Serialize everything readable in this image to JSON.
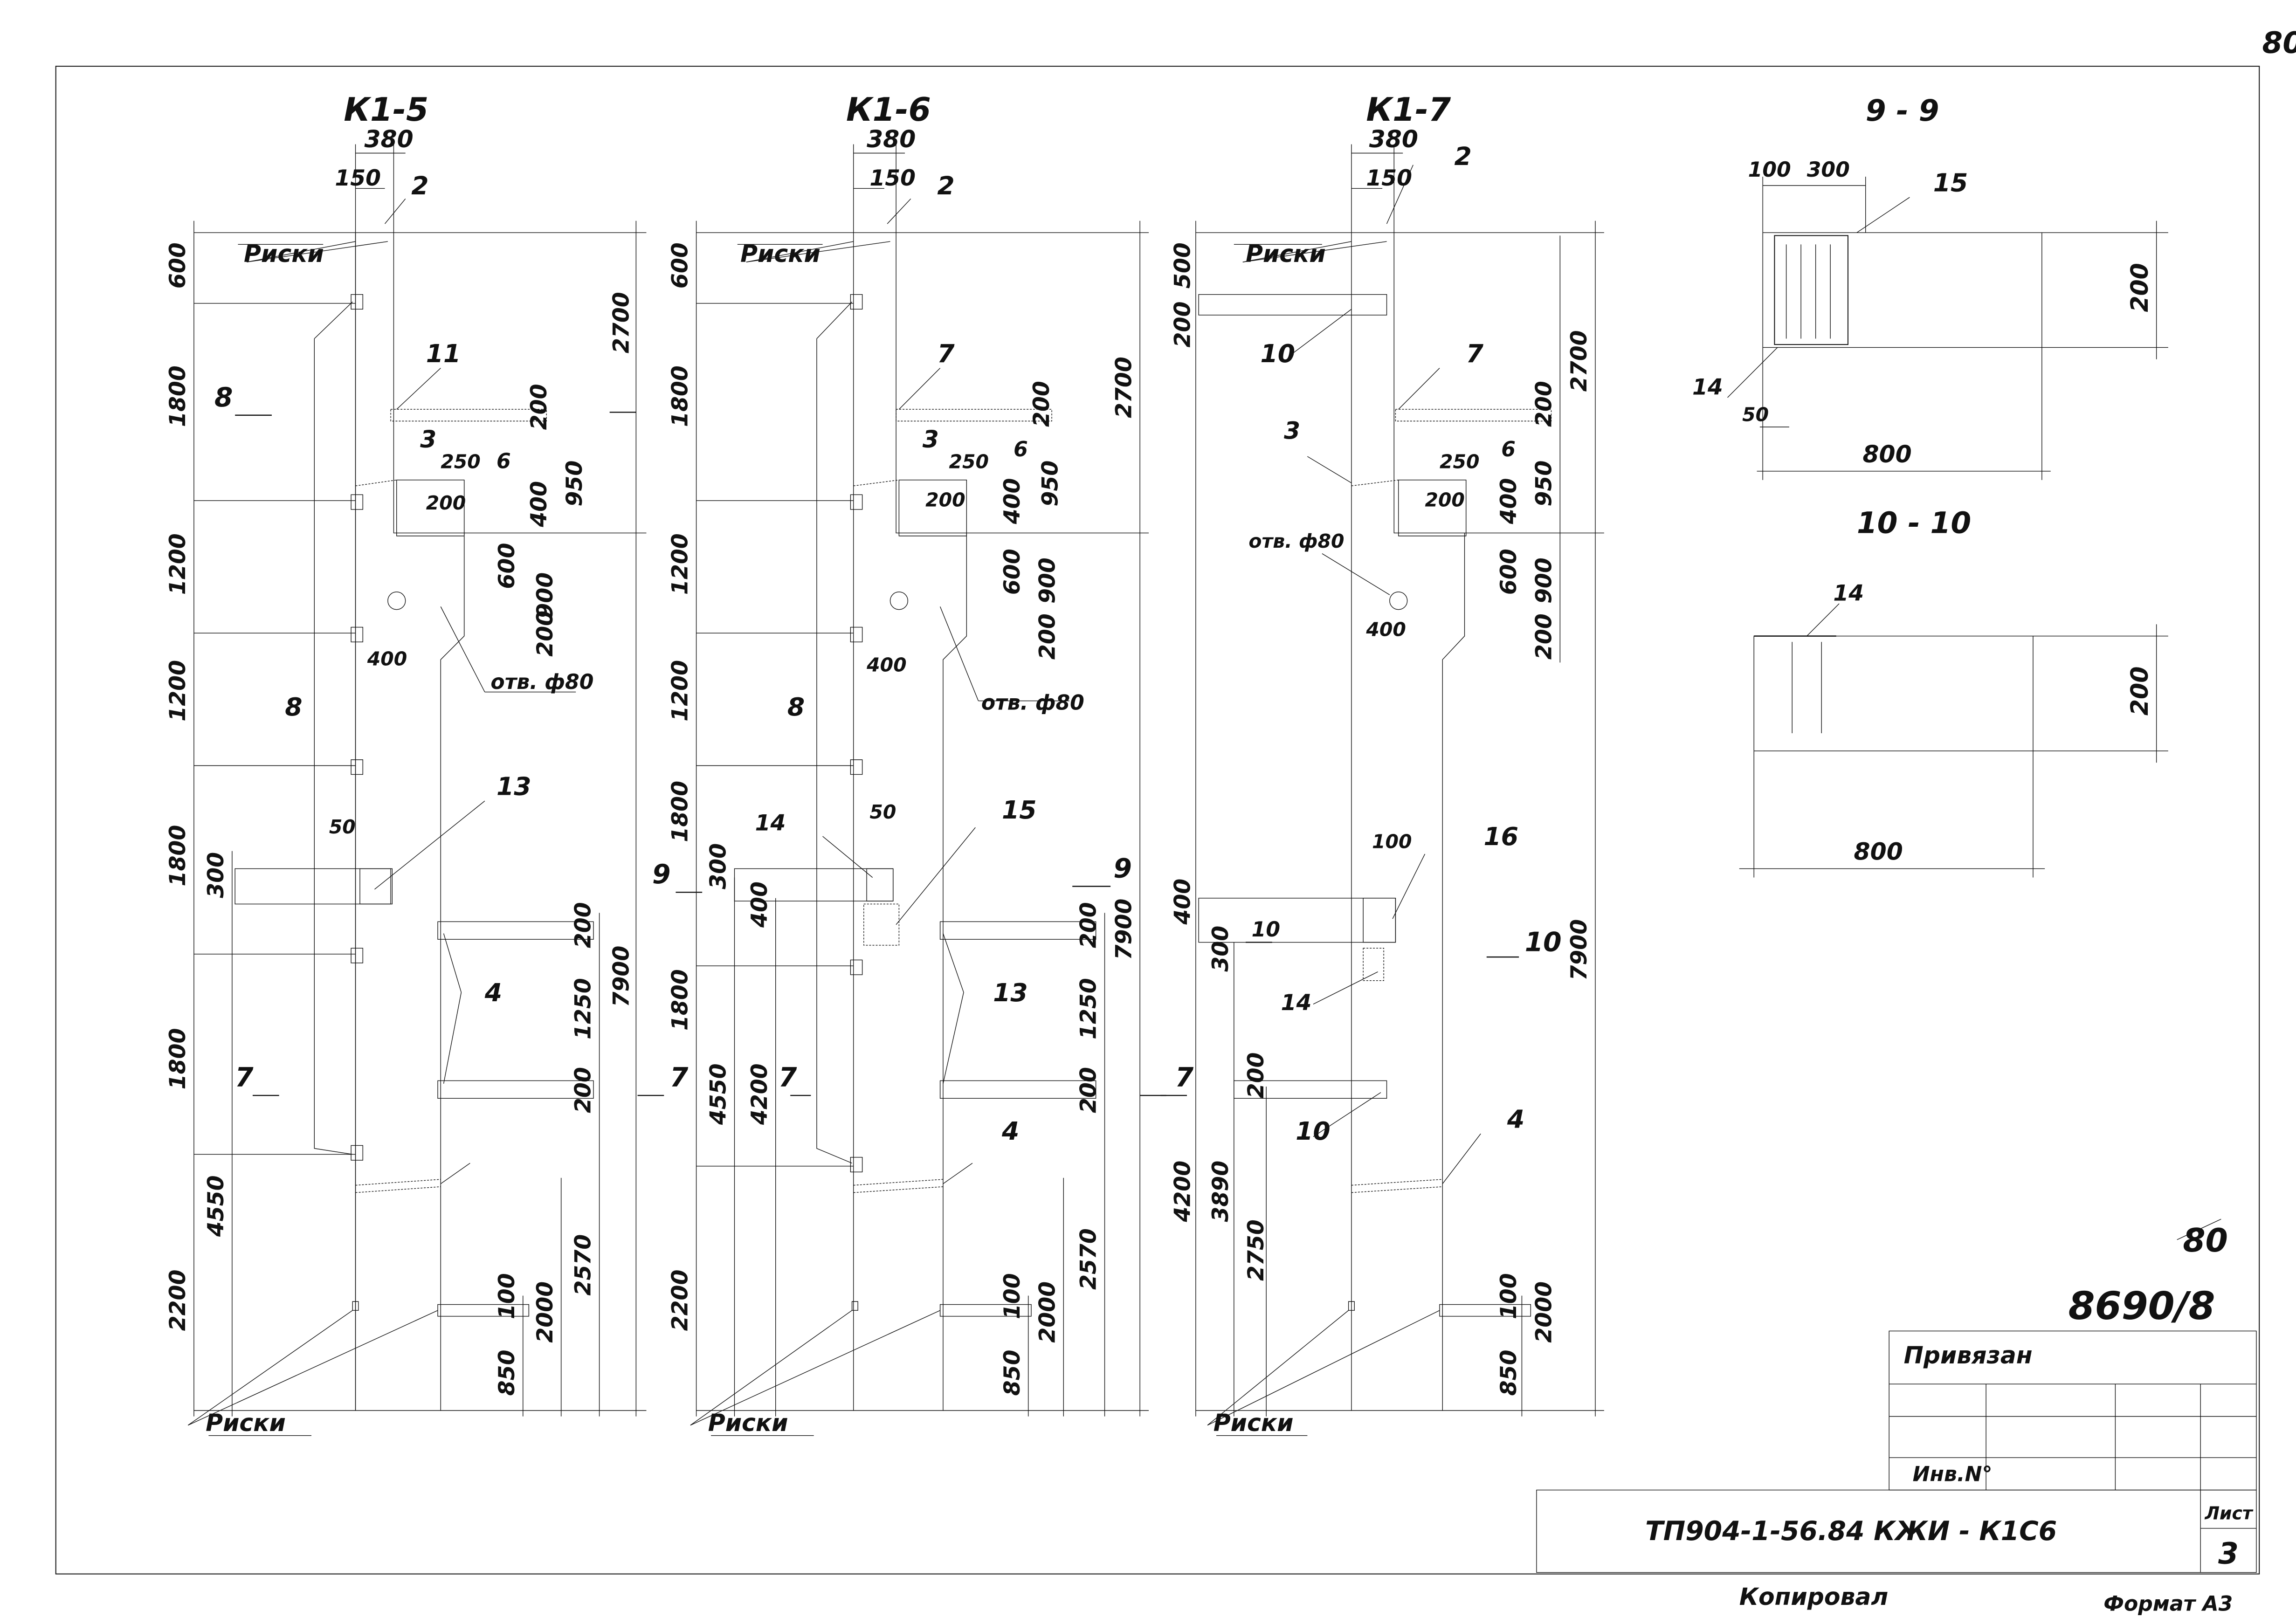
{
  "sheet": {
    "page_number_top": "80",
    "page_number_small": "80",
    "archive_number": "8690/8",
    "copied_label": "Копировал",
    "format_label": "Формат А3"
  },
  "title_block": {
    "bound_label": "Привязан",
    "inv_label": "Инв.N°",
    "designation": "ТП904-1-56.84 КЖИ - К1С6",
    "sheet_label": "Лист",
    "sheet_number": "3"
  },
  "columns": {
    "k15": {
      "title": "К1-5",
      "width_dim": "380",
      "offset_dim": "150",
      "callout_2": "2",
      "marks_label": "Риски",
      "marks_label_bottom": "Риски",
      "hole_label": "отв. ф80",
      "left_dims": [
        "600",
        "1800",
        "1200",
        "1200",
        "1800",
        "1800",
        "2200"
      ],
      "dim_4550": "4550",
      "right_dim_2700": "2700",
      "right_dim_7900": "7900",
      "niche_dims": [
        "200",
        "950",
        "400",
        "600",
        "900",
        "200"
      ],
      "top_dims": [
        "250",
        "200"
      ],
      "dim_400": "400",
      "dim_50": "50",
      "dim_300": "300",
      "lower_dims": [
        "200",
        "1250",
        "200"
      ],
      "base_dims": [
        "100",
        "2000",
        "850",
        "2570"
      ],
      "callouts": [
        "3",
        "6",
        "7",
        "8",
        "11",
        "13",
        "4"
      ],
      "section_8": "8",
      "section_7": "7"
    },
    "k16": {
      "title": "К1-6",
      "width_dim": "380",
      "offset_dim": "150",
      "callout_2": "2",
      "marks_label": "Риски",
      "marks_label_bottom": "Риски",
      "hole_label": "отв. ф80",
      "left_dims": [
        "600",
        "1800",
        "1200",
        "1200",
        "1800",
        "1800",
        "2200"
      ],
      "dim_4550": "4550",
      "dim_4200": "4200",
      "right_dim_2700": "2700",
      "right_dim_7900": "7900",
      "niche_dims": [
        "200",
        "950",
        "400",
        "600",
        "900",
        "200"
      ],
      "top_dims": [
        "250",
        "200"
      ],
      "dim_400": "400",
      "dim_50": "50",
      "dim_300": "300",
      "dim_400b": "400",
      "lower_dims": [
        "200",
        "1250",
        "200"
      ],
      "base_dims": [
        "100",
        "2000",
        "850",
        "2570"
      ],
      "callouts": [
        "3",
        "6",
        "7",
        "8",
        "14",
        "15",
        "13",
        "4"
      ],
      "section_9": "9",
      "section_7": "7"
    },
    "k17": {
      "title": "К1-7",
      "width_dim": "380",
      "offset_dim": "150",
      "callout_2": "2",
      "marks_label": "Риски",
      "marks_label_bottom": "Риски",
      "hole_label": "отв. ф80",
      "dims_top": [
        "500",
        "200"
      ],
      "right_dim_2700": "2700",
      "right_dim_7900": "7900",
      "niche_dims": [
        "200",
        "950",
        "400",
        "600",
        "900",
        "200"
      ],
      "top_dims": [
        "250",
        "200"
      ],
      "dim_400": "400",
      "dim_100": "100",
      "left_dims_low": [
        "400",
        "300",
        "200",
        "4200",
        "3890",
        "2750"
      ],
      "base_dims": [
        "100",
        "2000",
        "850"
      ],
      "callouts": [
        "10",
        "3",
        "6",
        "7",
        "16",
        "14",
        "10",
        "4"
      ],
      "section_10": "10",
      "section_7": "7"
    }
  },
  "sections": {
    "s99": {
      "title": "9 - 9",
      "dims_top": [
        "100",
        "300"
      ],
      "callout_15": "15",
      "callout_14": "14",
      "dim_50": "50",
      "dim_200": "200",
      "dim_800": "800"
    },
    "s1010": {
      "title": "10 - 10",
      "callout_14": "14",
      "dim_200": "200",
      "dim_800": "800"
    }
  }
}
